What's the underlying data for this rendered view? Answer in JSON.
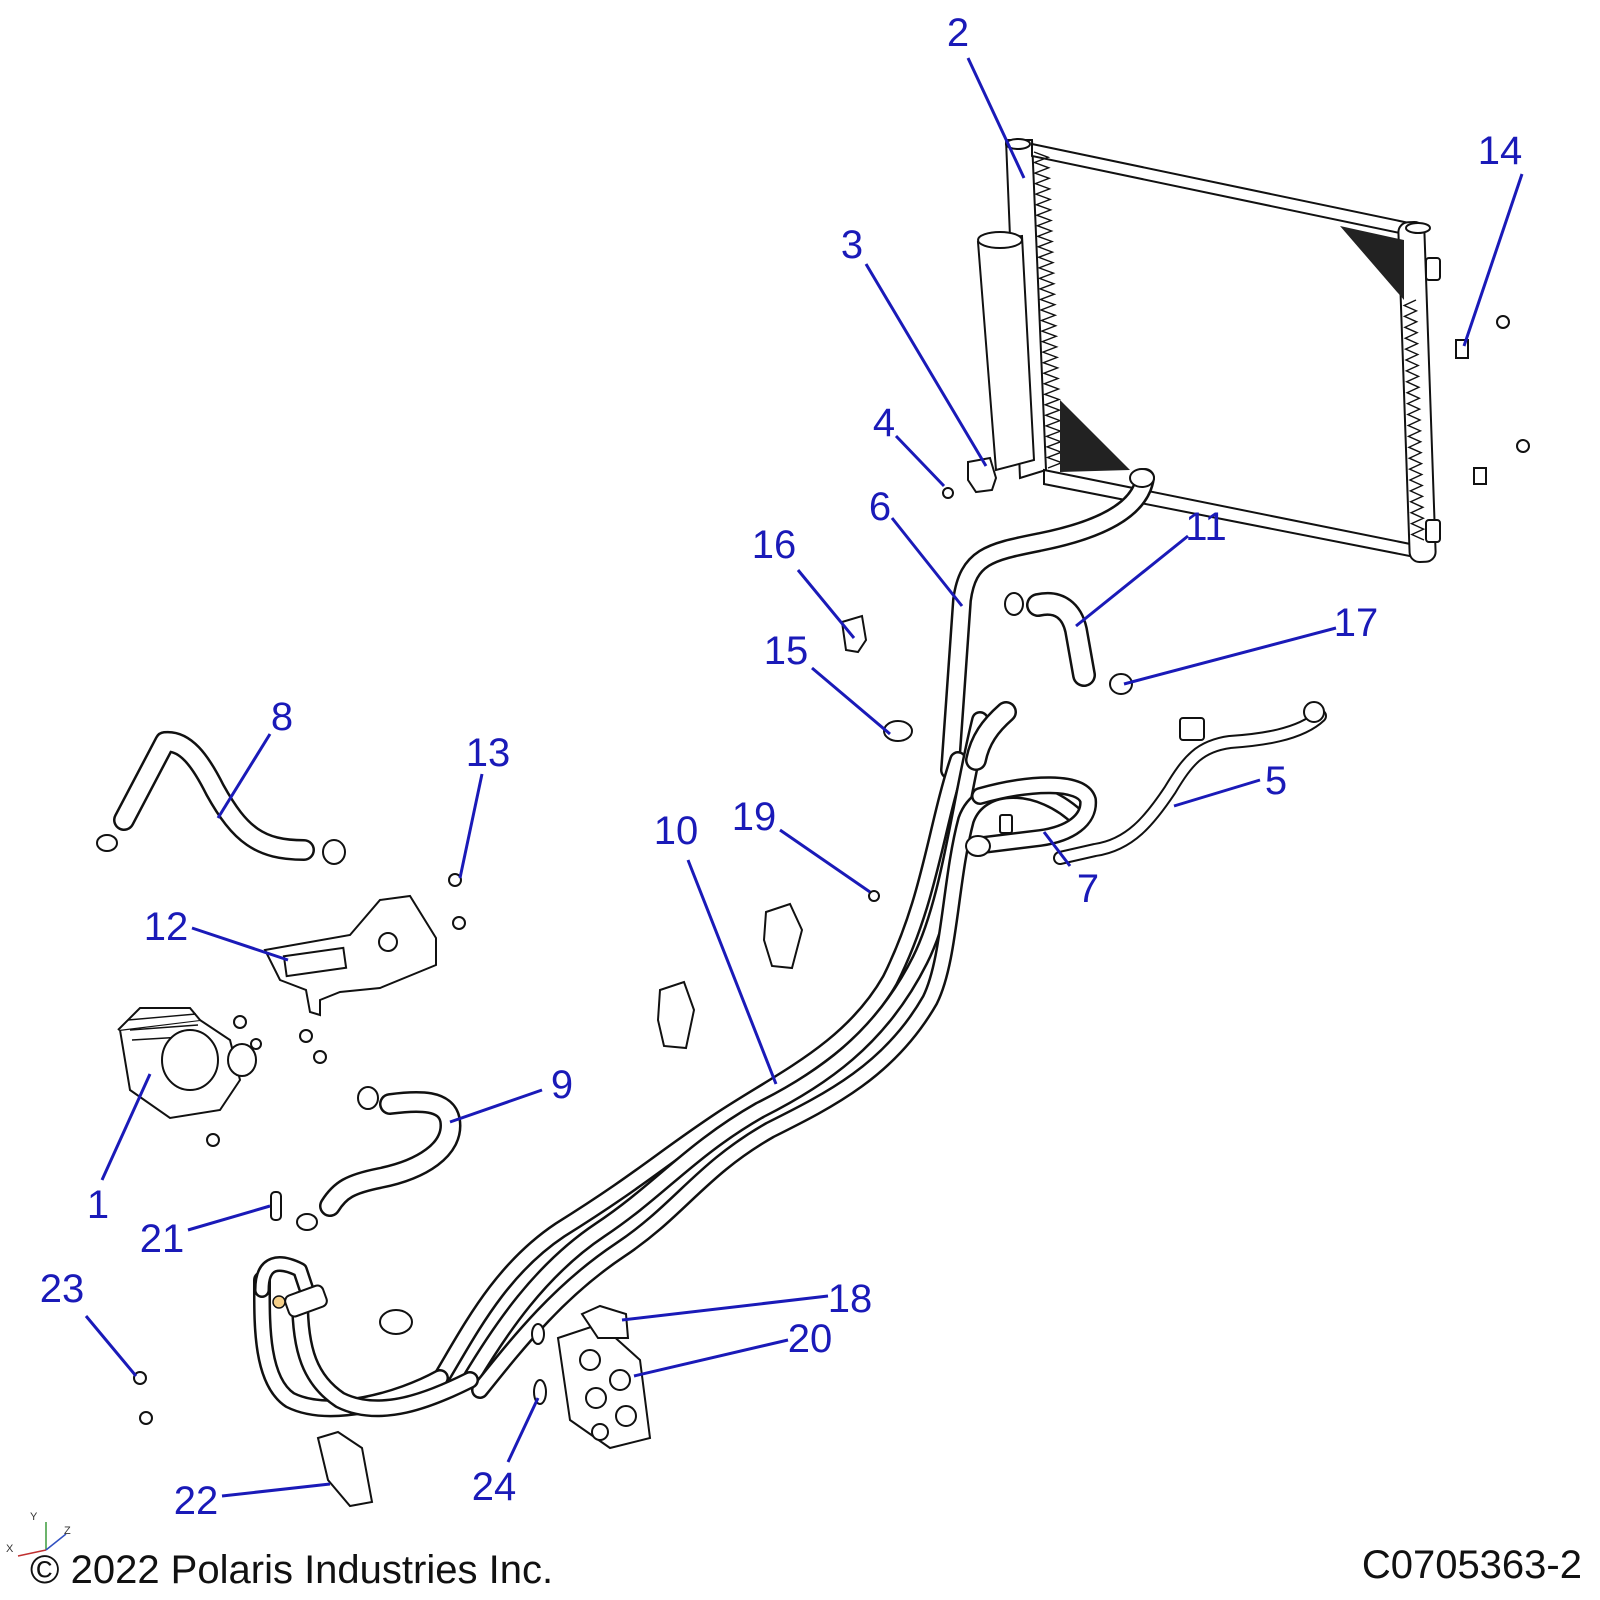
{
  "footer": {
    "copyright": "© 2022 Polaris Industries Inc.",
    "drawing_id": "C0705363-2"
  },
  "axis_triad": {
    "x": "X",
    "y": "Y",
    "z": "Z"
  },
  "colors": {
    "callout": "#1a1ab8",
    "linework": "#111111",
    "background": "#ffffff"
  },
  "callouts": [
    {
      "id": "1",
      "label": "1"
    },
    {
      "id": "2",
      "label": "2"
    },
    {
      "id": "3",
      "label": "3"
    },
    {
      "id": "4",
      "label": "4"
    },
    {
      "id": "5",
      "label": "5"
    },
    {
      "id": "6",
      "label": "6"
    },
    {
      "id": "7",
      "label": "7"
    },
    {
      "id": "8",
      "label": "8"
    },
    {
      "id": "9",
      "label": "9"
    },
    {
      "id": "10",
      "label": "10"
    },
    {
      "id": "11",
      "label": "11"
    },
    {
      "id": "12",
      "label": "12"
    },
    {
      "id": "13",
      "label": "13"
    },
    {
      "id": "14",
      "label": "14"
    },
    {
      "id": "15",
      "label": "15"
    },
    {
      "id": "16",
      "label": "16"
    },
    {
      "id": "17",
      "label": "17"
    },
    {
      "id": "18",
      "label": "18"
    },
    {
      "id": "19",
      "label": "19"
    },
    {
      "id": "20",
      "label": "20"
    },
    {
      "id": "21",
      "label": "21"
    },
    {
      "id": "22",
      "label": "22"
    },
    {
      "id": "23",
      "label": "23"
    },
    {
      "id": "24",
      "label": "24"
    }
  ]
}
